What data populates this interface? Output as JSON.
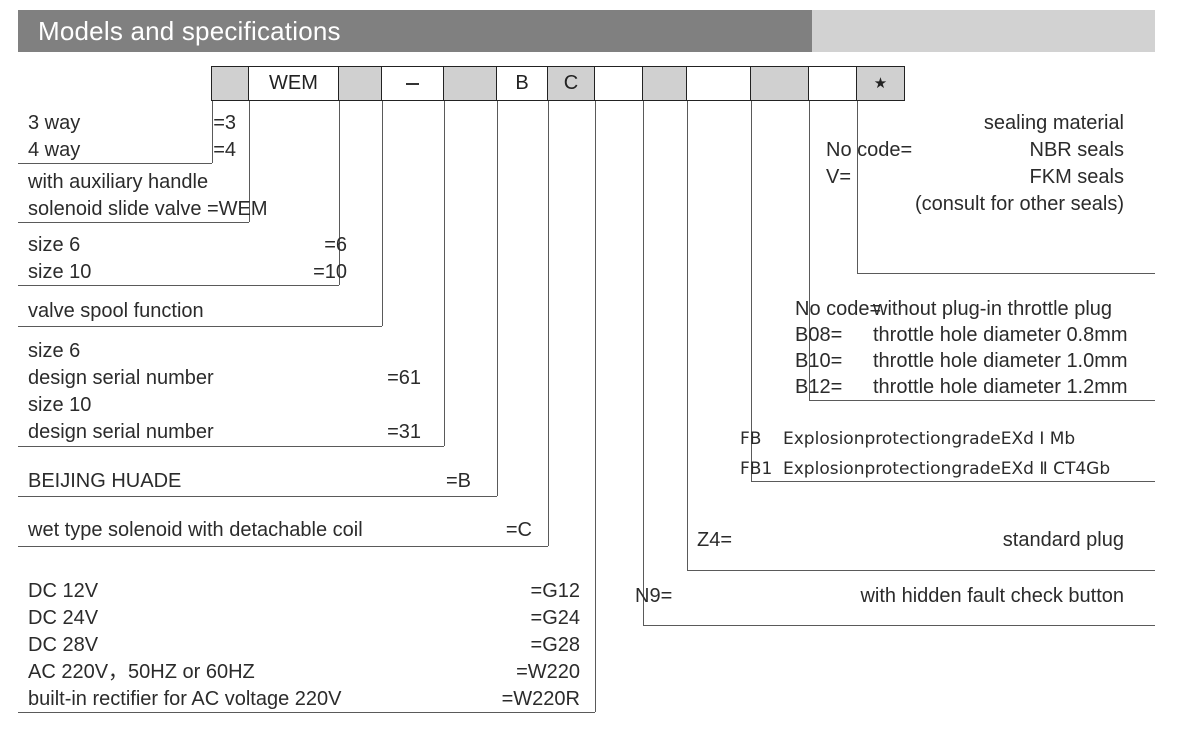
{
  "header": {
    "title": "Models and specifications"
  },
  "code_row": {
    "cells": [
      {
        "text": "",
        "fill": "gray",
        "w": 37
      },
      {
        "text": "WEM",
        "fill": "white",
        "w": 90
      },
      {
        "text": "",
        "fill": "gray",
        "w": 43
      },
      {
        "text": "dash",
        "fill": "white",
        "w": 62
      },
      {
        "text": "",
        "fill": "gray",
        "w": 53
      },
      {
        "text": "B",
        "fill": "white",
        "w": 51
      },
      {
        "text": "C",
        "fill": "gray",
        "w": 47
      },
      {
        "text": "",
        "fill": "white",
        "w": 48
      },
      {
        "text": "",
        "fill": "gray",
        "w": 44
      },
      {
        "text": "",
        "fill": "white",
        "w": 64
      },
      {
        "text": "",
        "fill": "gray",
        "w": 58
      },
      {
        "text": "",
        "fill": "white",
        "w": 48
      },
      {
        "text": "star",
        "fill": "gray",
        "w": 49
      }
    ]
  },
  "left_blocks": {
    "ways": [
      {
        "label": "3 way",
        "code": "=3"
      },
      {
        "label": "4 way",
        "code": "=4"
      }
    ],
    "handle": [
      {
        "label": "with auxiliary handle",
        "code": ""
      },
      {
        "label": "solenoid slide valve =WEM",
        "code": ""
      }
    ],
    "size": [
      {
        "label": "size 6",
        "code": "=6"
      },
      {
        "label": "size 10",
        "code": "=10"
      }
    ],
    "spool": [
      {
        "label": "valve spool function",
        "code": ""
      }
    ],
    "serial": [
      {
        "label": "size 6",
        "code": ""
      },
      {
        "label": "design serial number",
        "code": "=61"
      },
      {
        "label": "size 10",
        "code": ""
      },
      {
        "label": "design serial number",
        "code": "=31"
      }
    ],
    "brand": [
      {
        "label": "BEIJING  HUADE",
        "code": "=B"
      }
    ],
    "solenoid": [
      {
        "label": "wet type solenoid with detachable coil",
        "code": "=C"
      }
    ],
    "voltage": [
      {
        "label": "DC 12V",
        "code": "=G12"
      },
      {
        "label": "DC 24V",
        "code": "=G24"
      },
      {
        "label": "DC 28V",
        "code": "=G28"
      },
      {
        "label": "AC 220V，50HZ or 60HZ",
        "code": "=W220"
      },
      {
        "label": "built-in rectifier for AC voltage 220V",
        "code": "=W220R"
      }
    ]
  },
  "right_blocks": {
    "sealing": {
      "title": "sealing material",
      "rows": [
        {
          "code": "No code=",
          "label": "NBR seals"
        },
        {
          "code": "V=",
          "label": "FKM seals"
        }
      ],
      "note": "(consult for other seals)"
    },
    "throttle": [
      {
        "code": "No code=",
        "label": "without plug-in throttle plug"
      },
      {
        "code": "B08=",
        "label": "throttle hole diameter 0.8mm"
      },
      {
        "code": "B10=",
        "label": "throttle hole diameter 1.0mm"
      },
      {
        "code": "B12=",
        "label": "throttle hole diameter 1.2mm"
      }
    ],
    "explosion": [
      {
        "code": "FB",
        "label": "ExplosionprotectiongradeEXd Ⅰ Mb"
      },
      {
        "code": "FB1",
        "label": "ExplosionprotectiongradeEXd Ⅱ CT4Gb"
      }
    ],
    "plug": {
      "code": "Z4=",
      "label": "standard plug"
    },
    "button": {
      "code": "N9=",
      "label": "with hidden fault check button"
    }
  }
}
